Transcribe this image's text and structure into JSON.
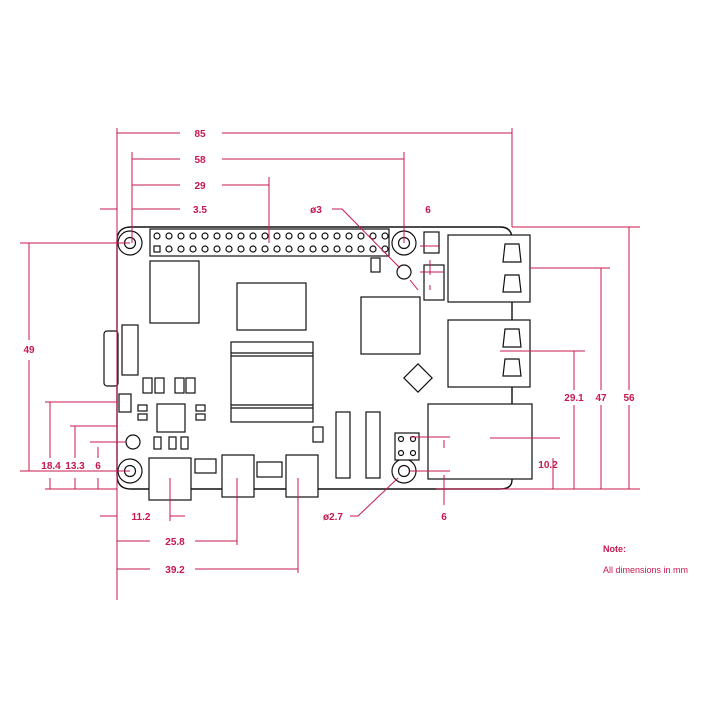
{
  "dimensions": {
    "width_overall": "85",
    "holes_span_x": "58",
    "gpio_center": "29",
    "hole_offset_x": "3.5",
    "hole_diameter_top": "ø3",
    "usb_offset_top": "6",
    "height_overall": "56",
    "usb1_center": "47",
    "usb2_center": "29.1",
    "ethernet_center": "10.2",
    "holes_span_y": "49",
    "left_18_4": "18.4",
    "left_13_3": "13.3",
    "left_6": "6",
    "power_center": "11.2",
    "hdmi0_center": "25.8",
    "hdmi1_center": "39.2",
    "hole_diameter_bottom": "ø2.7",
    "bottom_6": "6"
  },
  "note": {
    "title": "Note:",
    "text": "All dimensions in mm"
  },
  "colors": {
    "dimension": "#c8174e",
    "outline": "#111111"
  }
}
